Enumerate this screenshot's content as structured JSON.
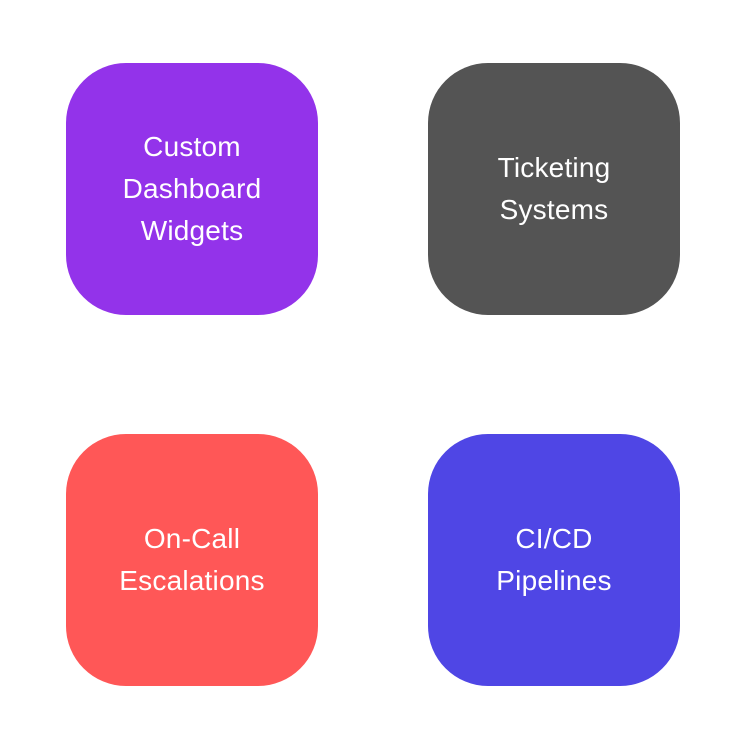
{
  "page": {
    "background_color": "#ffffff",
    "text_color": "#ffffff"
  },
  "tiles": [
    {
      "id": "custom-dashboard-widgets",
      "label": "Custom\nDashboard\nWidgets",
      "color": "#9333EA",
      "position": "top-left"
    },
    {
      "id": "ticketing-systems",
      "label": "Ticketing\nSystems",
      "color": "#545454",
      "position": "top-right"
    },
    {
      "id": "on-call-escalations",
      "label": "On-Call\nEscalations",
      "color": "#FF5757",
      "position": "bottom-left"
    },
    {
      "id": "ci-cd-pipelines",
      "label": "CI/CD\nPipelines",
      "color": "#4F46E5",
      "position": "bottom-right"
    }
  ]
}
